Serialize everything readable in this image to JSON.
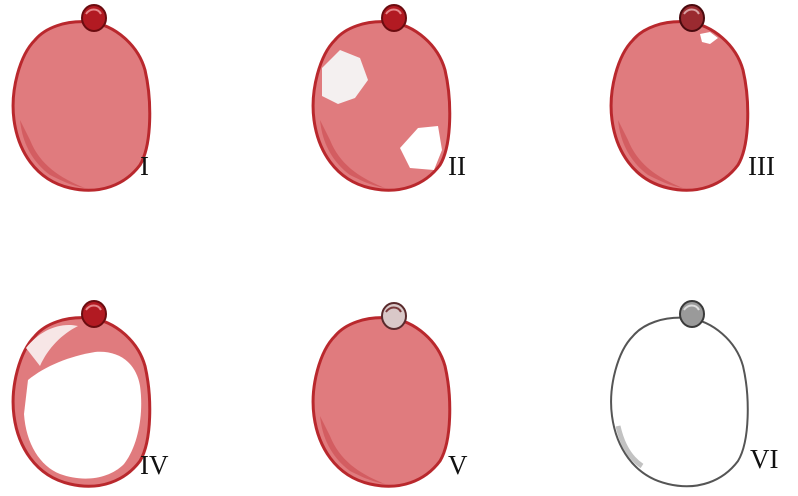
{
  "figure": {
    "panels": [
      {
        "label": "I",
        "fill_color": "#e07b7e",
        "edge_color": "#b9282d",
        "white_regions": "none"
      },
      {
        "label": "II",
        "fill_color": "#e07b7e",
        "edge_color": "#b9282d",
        "white_regions": "upper-left patch and lower-right patch"
      },
      {
        "label": "III",
        "fill_color": "#e07b7e",
        "edge_color": "#b9282d",
        "white_regions": "small spot near stem"
      },
      {
        "label": "IV",
        "fill_color": "#e07b7e",
        "edge_color": "#b9282d",
        "white_regions": "most of interior"
      },
      {
        "label": "V",
        "fill_color": "#e07b7e",
        "edge_color": "#b9282d",
        "white_regions": "stem only"
      },
      {
        "label": "VI",
        "fill_color": "#ffffff",
        "edge_color": "#555555",
        "white_regions": "entire body"
      }
    ],
    "colors": {
      "red_fill": "#e07b7e",
      "red_edge": "#b9282d",
      "dark_red": "#a5141c",
      "grey_edge": "#4a4a4a"
    }
  }
}
